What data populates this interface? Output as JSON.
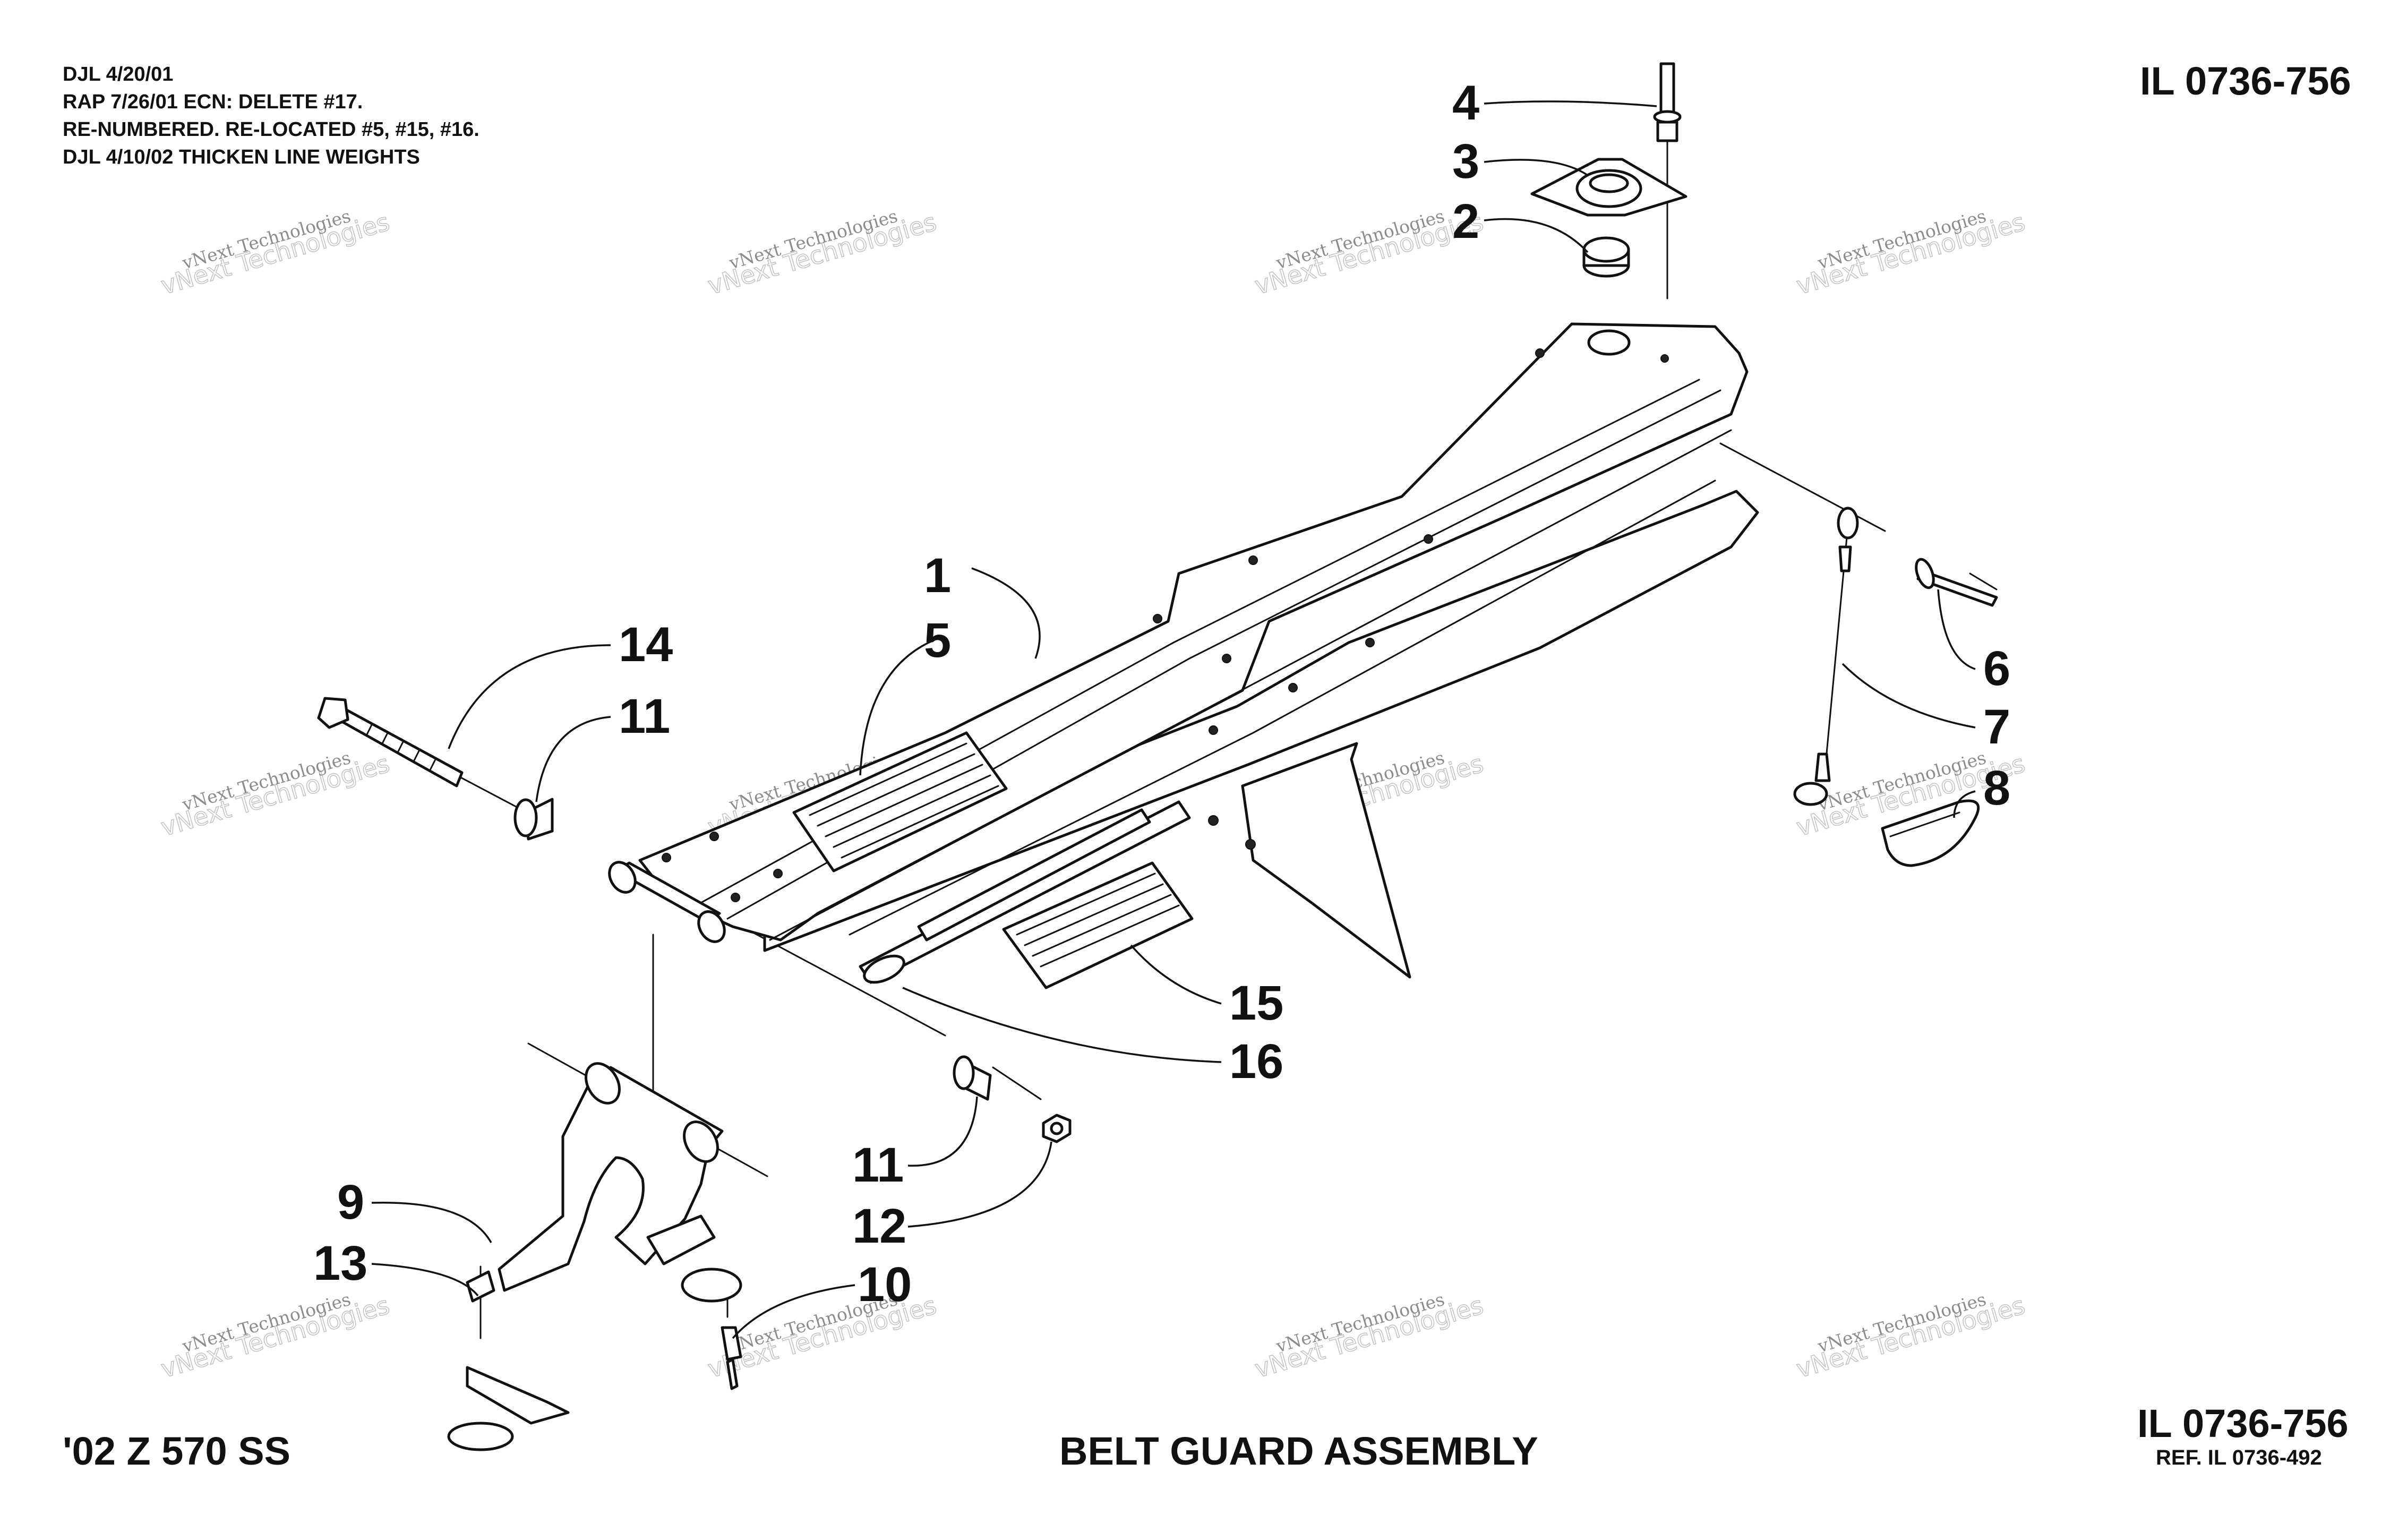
{
  "revision_notes": [
    "DJL 4/20/01",
    "RAP 7/26/01  ECN:  DELETE #17.",
    "RE-NUMBERED. RE-LOCATED #5, #15, #16.",
    "DJL 4/10/02 THICKEN LINE WEIGHTS"
  ],
  "illustration_id_top": "IL 0736-756",
  "illustration_id_bottom": "IL 0736-756",
  "reference": "REF. IL 0736-492",
  "model": "'02 Z 570 SS",
  "title": "BELT GUARD ASSEMBLY",
  "watermark": {
    "line1": "vNext Technologies",
    "line2": "vNext Technologies"
  },
  "callouts": {
    "c1": "1",
    "c2": "2",
    "c3": "3",
    "c4": "4",
    "c5": "5",
    "c6": "6",
    "c7": "7",
    "c8": "8",
    "c9": "9",
    "c10": "10",
    "c11a": "11",
    "c11b": "11",
    "c12": "12",
    "c13": "13",
    "c14": "14",
    "c15": "15",
    "c16": "16"
  }
}
